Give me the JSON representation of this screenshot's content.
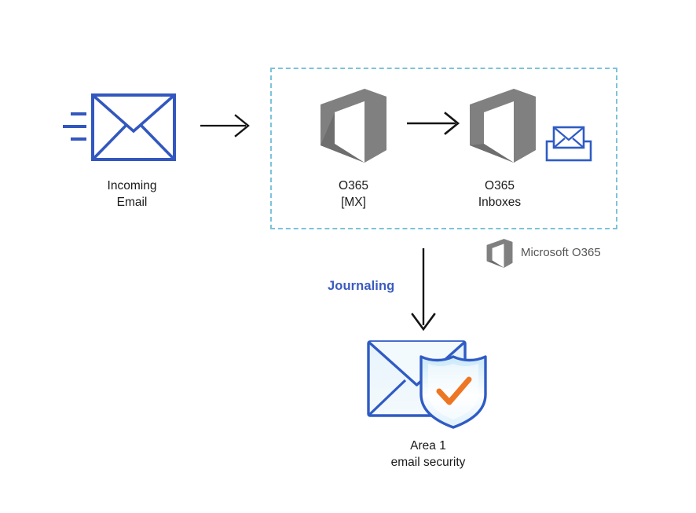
{
  "diagram": {
    "title_text_color": "#1a1a1a",
    "palette": {
      "envelope_blue": "#3257bf",
      "accent_blue": "#3b5bc0",
      "dashed_teal": "#7cc3d9",
      "office_gray": "#7f7f7f",
      "office_gray_dark": "#707070",
      "shield_orange": "#ee7623",
      "envelope_fill": "#e8f3fb",
      "shield_fill": "#cfeaf7",
      "arrow_black": "#141414",
      "legend_gray": "#555555"
    },
    "nodes": {
      "incoming_email": {
        "label": "Incoming\nEmail",
        "icon": "envelope-icon"
      },
      "o365_mx": {
        "label": "O365\n[MX]",
        "icon": "office-365-icon"
      },
      "o365_inboxes": {
        "label": "O365\nInboxes",
        "icon": "office-365-icon",
        "badge_icon": "inbox-tray-icon"
      },
      "area1": {
        "label": "Area 1\nemail security",
        "icon": "secure-email-shield-icon"
      }
    },
    "edges": {
      "incoming_to_zone": {
        "icon": "arrow-right-icon"
      },
      "mx_to_inboxes": {
        "icon": "arrow-right-icon"
      },
      "journaling": {
        "label": "Journaling",
        "icon": "arrow-down-icon"
      }
    },
    "zone": {
      "name": "o365-boundary",
      "style": "dashed"
    },
    "legend": {
      "label": "Microsoft O365",
      "icon": "office-365-icon"
    }
  }
}
